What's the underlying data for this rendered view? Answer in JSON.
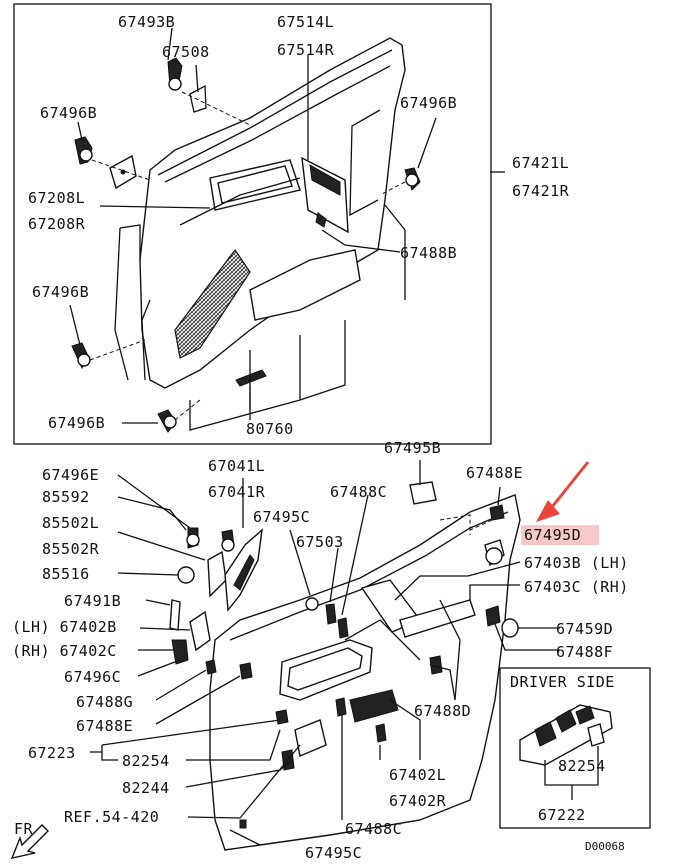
{
  "colors": {
    "highlight": "#f7c9c9",
    "arrow": "#e8463c",
    "ink": "#111111"
  },
  "labels": {
    "p67493B": "67493B",
    "p67508": "67508",
    "p67514L": "67514L",
    "p67514R": "67514R",
    "p67496B_tl": "67496B",
    "p67496B_tr": "67496B",
    "p67421L": "67421L",
    "p67421R": "67421R",
    "p67208L": "67208L",
    "p67208R": "67208R",
    "p67488B": "67488B",
    "p67496B_ml": "67496B",
    "p67496B_bl": "67496B",
    "p80760": "80760",
    "p67496E": "67496E",
    "p85592": "85592",
    "p85502L": "85502L",
    "p85502R": "85502R",
    "p85516": "85516",
    "p67491B": "67491B",
    "p67402B": "(LH) 67402B",
    "p67402C": "(RH) 67402C",
    "p67496C": "67496C",
    "p67488G": "67488G",
    "p67488E_l": "67488E",
    "p67223": "67223",
    "p82254_l": "82254",
    "p82244": "82244",
    "pREF": "REF.54-420",
    "pFR": "FR",
    "p67041L": "67041L",
    "p67041R": "67041R",
    "p67495C_t": "67495C",
    "p67488C_t": "67488C",
    "p67503": "67503",
    "p67495B": "67495B",
    "p67488E_r": "67488E",
    "p67495D": "67495D",
    "p67403B": "67403B (LH)",
    "p67403C": "67403C (RH)",
    "p67459D": "67459D",
    "p67488F": "67488F",
    "p67488D": "67488D",
    "p67402L": "67402L",
    "p67402R": "67402R",
    "p67488C_b": "67488C",
    "p67495C_b": "67495C",
    "driverSide": "DRIVER SIDE",
    "p82254_r": "82254",
    "p67222": "67222",
    "code": "D00068"
  }
}
